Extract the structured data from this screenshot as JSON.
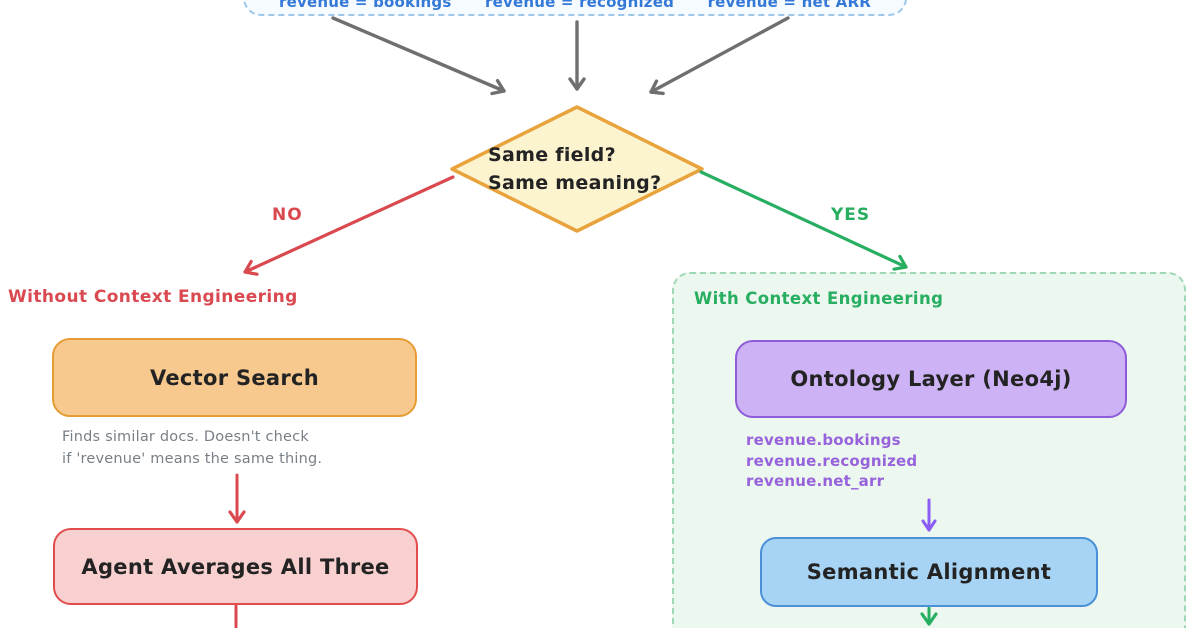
{
  "sources": {
    "items": [
      {
        "label": "revenue = bookings"
      },
      {
        "label": "revenue = recognized"
      },
      {
        "label": "revenue = net ARR"
      }
    ]
  },
  "decision": {
    "line1": "Same field?",
    "line2": "Same meaning?"
  },
  "branches": {
    "no_label": "NO",
    "yes_label": "YES"
  },
  "left": {
    "heading": "Without Context Engineering",
    "vector_box_label": "Vector Search",
    "caption_line1": "Finds similar docs. Doesn't check",
    "caption_line2": "if 'revenue' means the same thing.",
    "agent_box_label": "Agent Averages All Three"
  },
  "right": {
    "heading": "With Context Engineering",
    "ontology_box_label": "Ontology Layer (Neo4j)",
    "outputs": [
      "revenue.bookings",
      "revenue.recognized",
      "revenue.net_arr"
    ],
    "semantic_box_label": "Semantic Alignment"
  },
  "colors": {
    "source_text": "#3579d8",
    "gray_arrow": "#6f6f6f",
    "no_branch": "#d9494f",
    "yes_branch": "#27ae60",
    "diamond_fill": "#fcf3cf",
    "diamond_border": "#e8a33d",
    "vector_fill": "#f8c98e",
    "vector_border": "#e69c34",
    "agent_fill": "#f9d0d0",
    "agent_border": "#e14d4d",
    "ontology_fill": "#cdb2f5",
    "ontology_border": "#8e5cd9",
    "purple_arrow": "#8b5cf6",
    "semantic_fill": "#a7d4f4",
    "semantic_border": "#4a90d9",
    "context_panel_fill": "#ebf7ef",
    "context_panel_border": "#9fd8b4"
  }
}
